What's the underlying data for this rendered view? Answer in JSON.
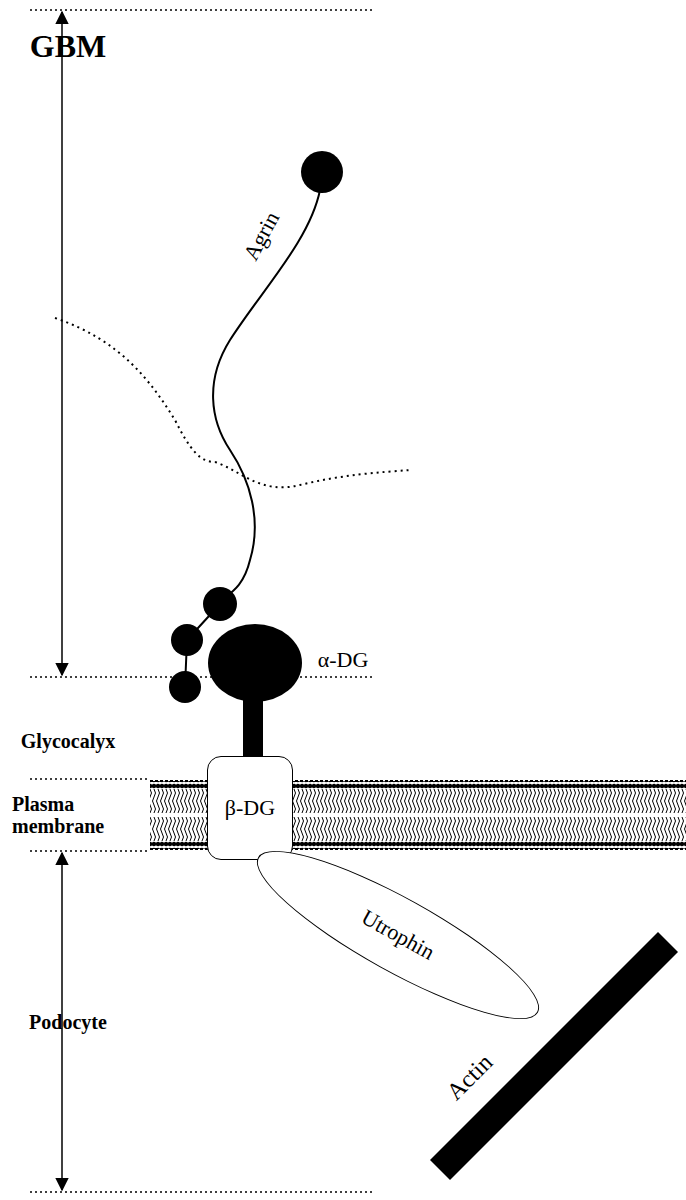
{
  "diagram": {
    "nodes": [
      {
        "text": [
          "β-DG"
        ]
      },
      {
        "text": [
          "Utrophin"
        ]
      }
    ],
    "labels": [
      "GBM",
      "Agrin",
      "α-DG",
      "Glycocalyx",
      "Plasma membrane",
      "Podocyte",
      "Actin"
    ]
  }
}
